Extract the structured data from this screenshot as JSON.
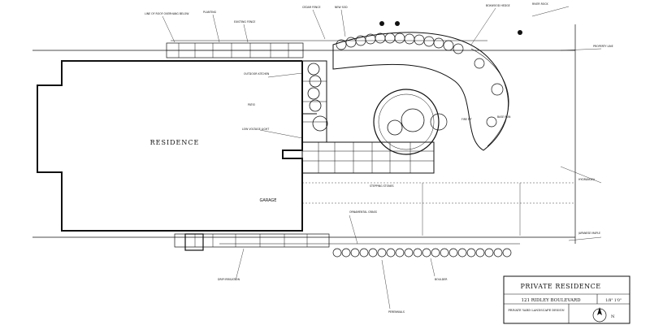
{
  "plan": {
    "building_label": "RESIDENCE",
    "garage_label": "GARAGE",
    "north_label": "N"
  },
  "title_block": {
    "title": "PRIVATE RESIDENCE",
    "address": "121 RIDLEY BOULEVARD",
    "subtitle": "PRIVATE YARD LANDSCAPE DESIGN",
    "scale": "1/8\" 1'0\""
  },
  "annotations": {
    "a1": "LINE OF ROOF OVERHANG BELOW",
    "a2": "PLANTING",
    "a3": "EXISTING FENCE",
    "a4": "CEDAR FENCE",
    "a5": "NEW SOD",
    "a6": "BOXWOOD HEDGE",
    "a7": "RIVER ROCK",
    "a8": "OUTDOOR KITCHEN",
    "a9": "PATIO",
    "a10": "FIRE PIT",
    "a11": "LOW VOLTAGE LIGHT",
    "a12": "STEPPING STONES",
    "a13": "BASE RUN",
    "a14": "HYDRANGEA",
    "a15": "JAPANESE MAPLE",
    "a16": "ORNAMENTAL GRASS",
    "a17": "BOULDER",
    "a18": "PROPERTY LINE",
    "a19": "DRIP IRRIGATION",
    "a20": "PERENNIALS"
  }
}
